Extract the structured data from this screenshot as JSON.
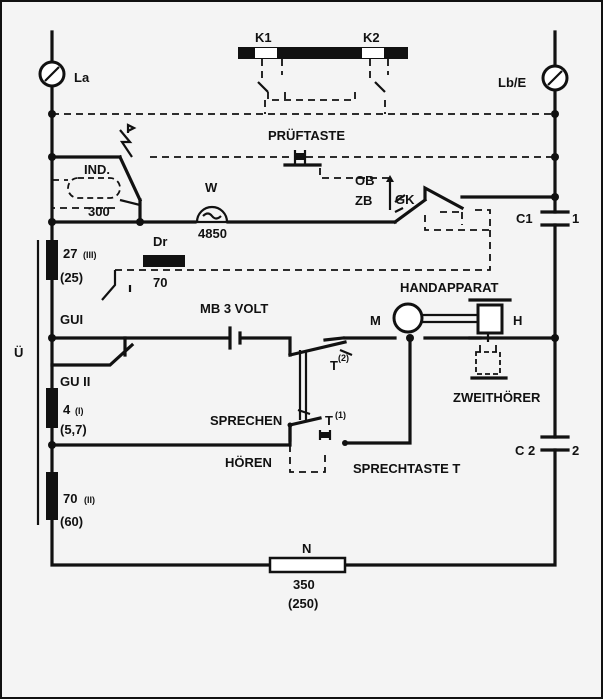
{
  "labels": {
    "la": "La",
    "lbe": "Lb/E",
    "k1": "K1",
    "k2": "K2",
    "prueftaste": "PRÜFTASTE",
    "ind": "IND.",
    "r300": "300",
    "w": "W",
    "w4850": "4850",
    "ob": "OB",
    "zb": "ZB",
    "gk": "GK",
    "c1": "C1",
    "c1n": "1",
    "r27": "27",
    "r27sub": "(III)",
    "r25": "(25)",
    "dr": "Dr",
    "dr70": "70",
    "gu1": "GUI",
    "u": "Ü",
    "mb": "MB 3 VOLT",
    "handapparat": "HANDAPPARAT",
    "m": "M",
    "h": "H",
    "t2": "T",
    "t2n": "(2)",
    "gu2": "GU II",
    "r4": "4",
    "r4sub": "(I)",
    "r57": "(5,7)",
    "zweithoerer": "ZWEITHÖRER",
    "sprechen": "SPRECHEN",
    "t1": "T",
    "t1n": "(1)",
    "hoeren": "HÖREN",
    "sprechtaste": "SPRECHTASTE T",
    "c2": "C 2",
    "c2n": "2",
    "r70": "70",
    "r70sub": "(II)",
    "r60": "(60)",
    "n": "N",
    "n350": "350",
    "n250": "(250)"
  }
}
